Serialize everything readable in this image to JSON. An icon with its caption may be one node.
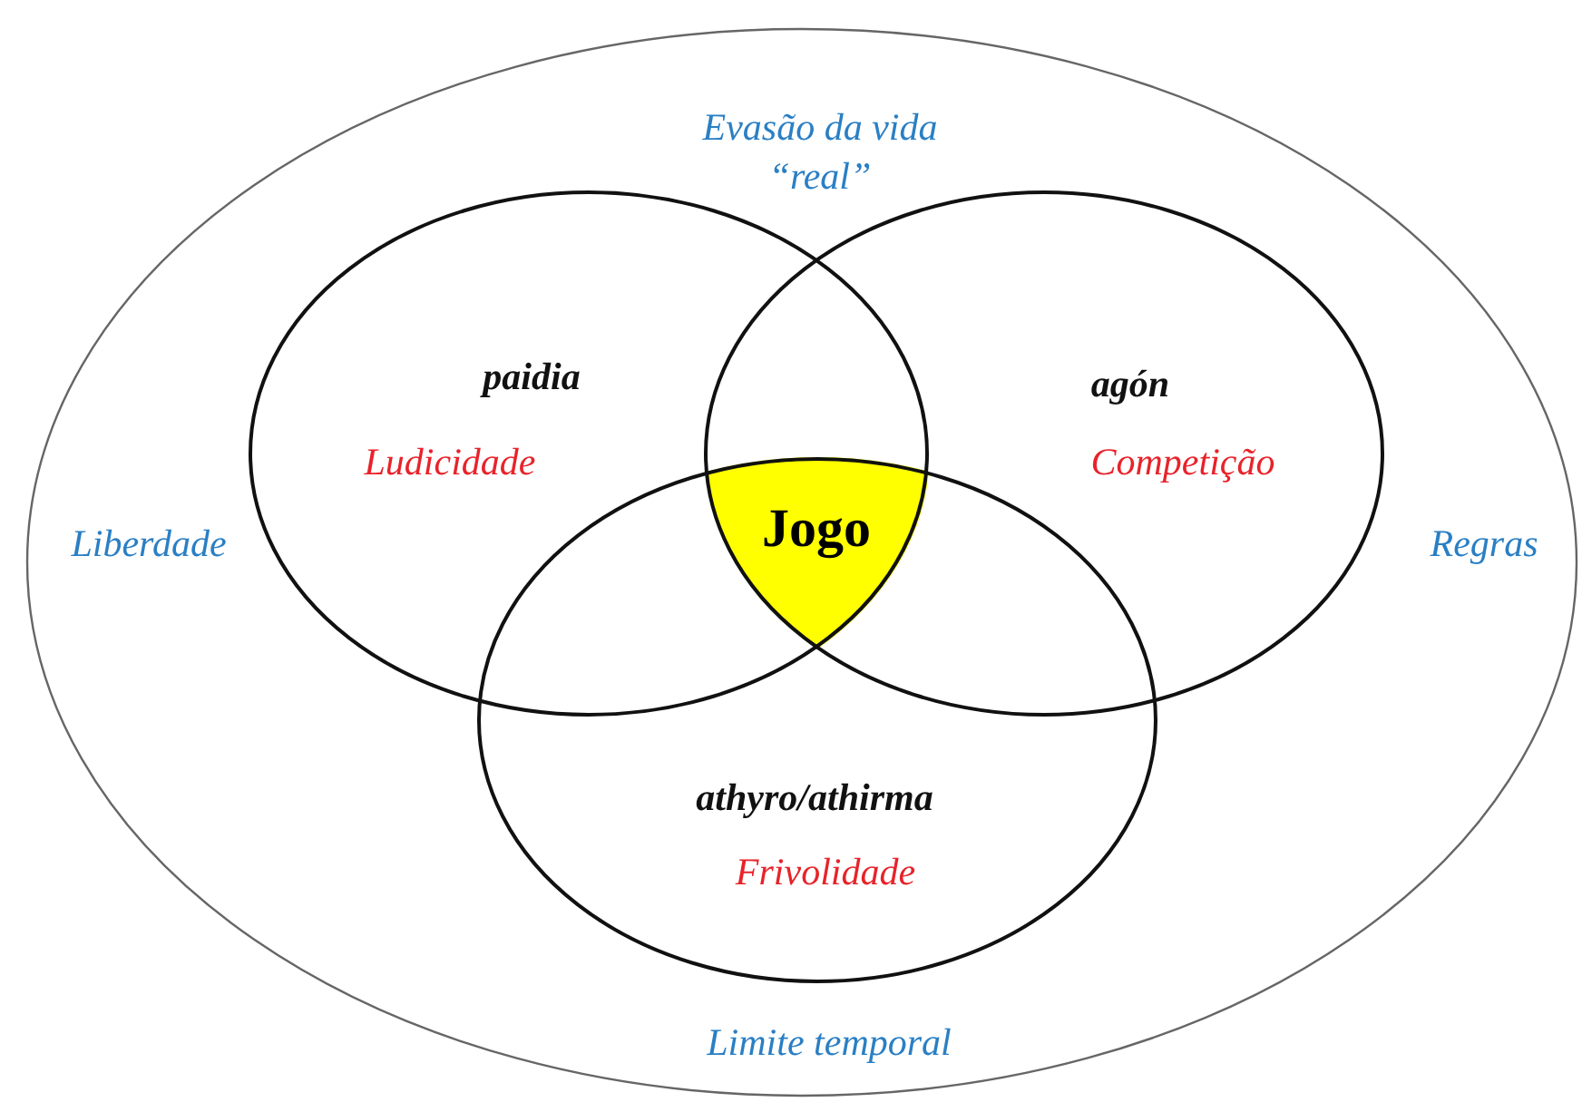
{
  "diagram": {
    "nodes": [
      {
        "text": [
          "Evasão da vida “real”",
          "Liberdade",
          "Regras",
          "Limite temporal"
        ]
      },
      {
        "text": [
          "paidia",
          "Ludicidade"
        ],
        "in": 0
      },
      {
        "text": [
          "agón",
          "Competição"
        ],
        "in": 0
      },
      {
        "text": [
          "athyro/athirma",
          "Frivolidade"
        ],
        "in": 0
      },
      {
        "text": [
          "Jogo"
        ]
      }
    ]
  }
}
